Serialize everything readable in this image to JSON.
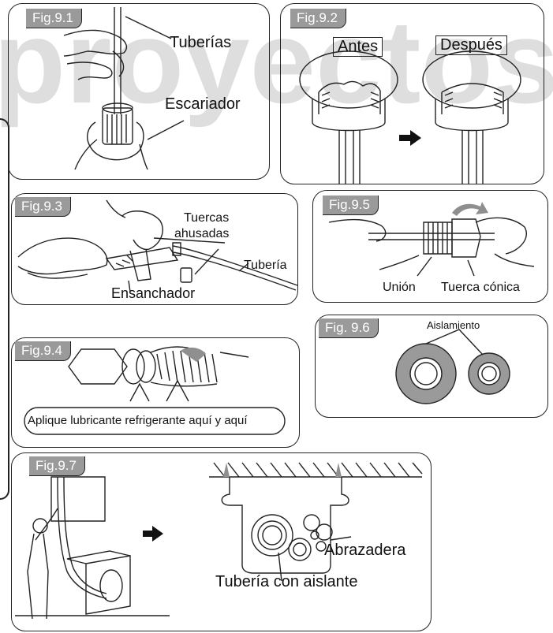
{
  "watermark": "proyectos",
  "figures": {
    "fig1": {
      "tag": "Fig.9.1",
      "label_pipe": "Tuberías",
      "label_reamer": "Escariador"
    },
    "fig2": {
      "tag": "Fig.9.2",
      "label_before": "Antes",
      "label_after": "Después"
    },
    "fig3": {
      "tag": "Fig.9.3",
      "label_nuts": [
        "Tuercas",
        "ahusadas"
      ],
      "label_pipe": "Tubería",
      "label_flarer": "Ensanchador"
    },
    "fig4": {
      "tag": "Fig.9.4",
      "label_lubricant": "Aplique lubricante refrigerante aquí y aquí"
    },
    "fig5": {
      "tag": "Fig.9.5",
      "label_union": "Unión",
      "label_flare_nut": "Tuerca cónica"
    },
    "fig6": {
      "tag": "Fig. 9.6",
      "label_insulation": "Aislamiento"
    },
    "fig7": {
      "tag": "Fig.9.7",
      "label_clamp": "Abrazadera",
      "label_pipe_insulated": "Tubería con aislante"
    }
  },
  "colors": {
    "tag_fill": "#9a9a9a",
    "line": "#222222",
    "insulation": "#9a9a9a",
    "watermark": "#8c8c8c"
  }
}
